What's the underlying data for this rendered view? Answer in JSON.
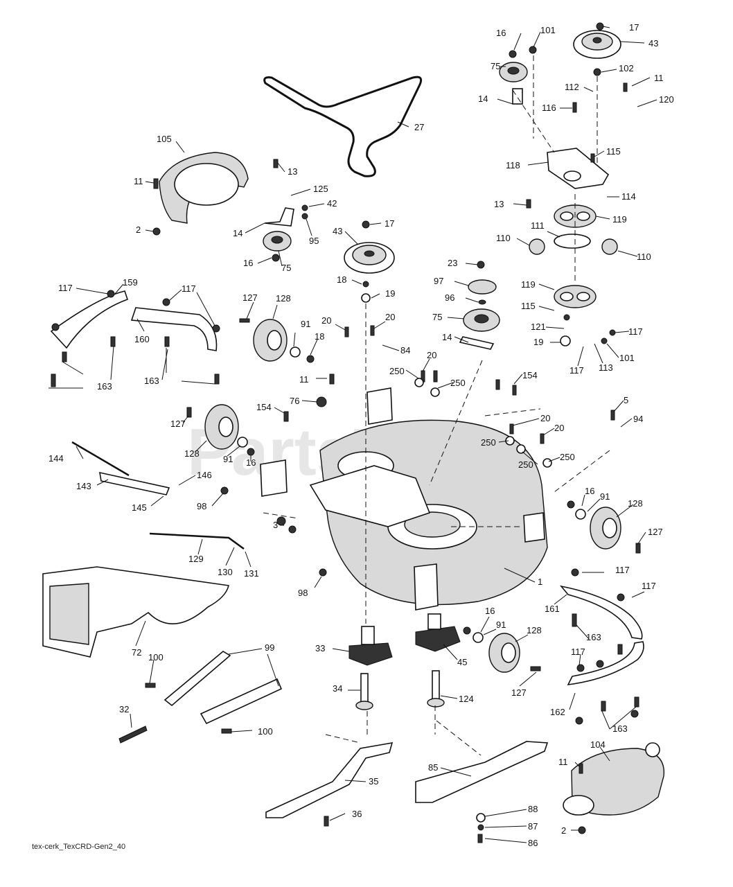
{
  "watermark": "PartsTree",
  "footer_code": "tex-cerk_TexCRD-Gen2_40",
  "callouts": [
    "16",
    "101",
    "17",
    "43",
    "75",
    "102",
    "11",
    "112",
    "120",
    "14",
    "116",
    "27",
    "105",
    "13",
    "115",
    "118",
    "11",
    "125",
    "42",
    "114",
    "13",
    "2",
    "14",
    "17",
    "119",
    "111",
    "95",
    "110",
    "110",
    "43",
    "16",
    "75",
    "23",
    "97",
    "119",
    "18",
    "117",
    "159",
    "117",
    "19",
    "96",
    "115",
    "128",
    "127",
    "75",
    "121",
    "117",
    "20",
    "20",
    "14",
    "19",
    "91",
    "160",
    "18",
    "101",
    "84",
    "117",
    "113",
    "11",
    "20",
    "163",
    "163",
    "250",
    "250",
    "154",
    "76",
    "5",
    "154",
    "20",
    "94",
    "127",
    "20",
    "250",
    "128",
    "91",
    "16",
    "144",
    "250",
    "250",
    "146",
    "143",
    "98",
    "145",
    "16",
    "91",
    "128",
    "3",
    "127",
    "129",
    "130",
    "131",
    "117",
    "98",
    "117",
    "1",
    "161",
    "16",
    "91",
    "128",
    "163",
    "33",
    "45",
    "72",
    "117",
    "99",
    "100",
    "34",
    "124",
    "127",
    "32",
    "162",
    "163",
    "100",
    "104",
    "11",
    "35",
    "85",
    "36",
    "88",
    "87",
    "86",
    "2"
  ],
  "colors": {
    "ink": "#111111",
    "paper": "#ffffff",
    "watermark": "#e6e6e6"
  }
}
